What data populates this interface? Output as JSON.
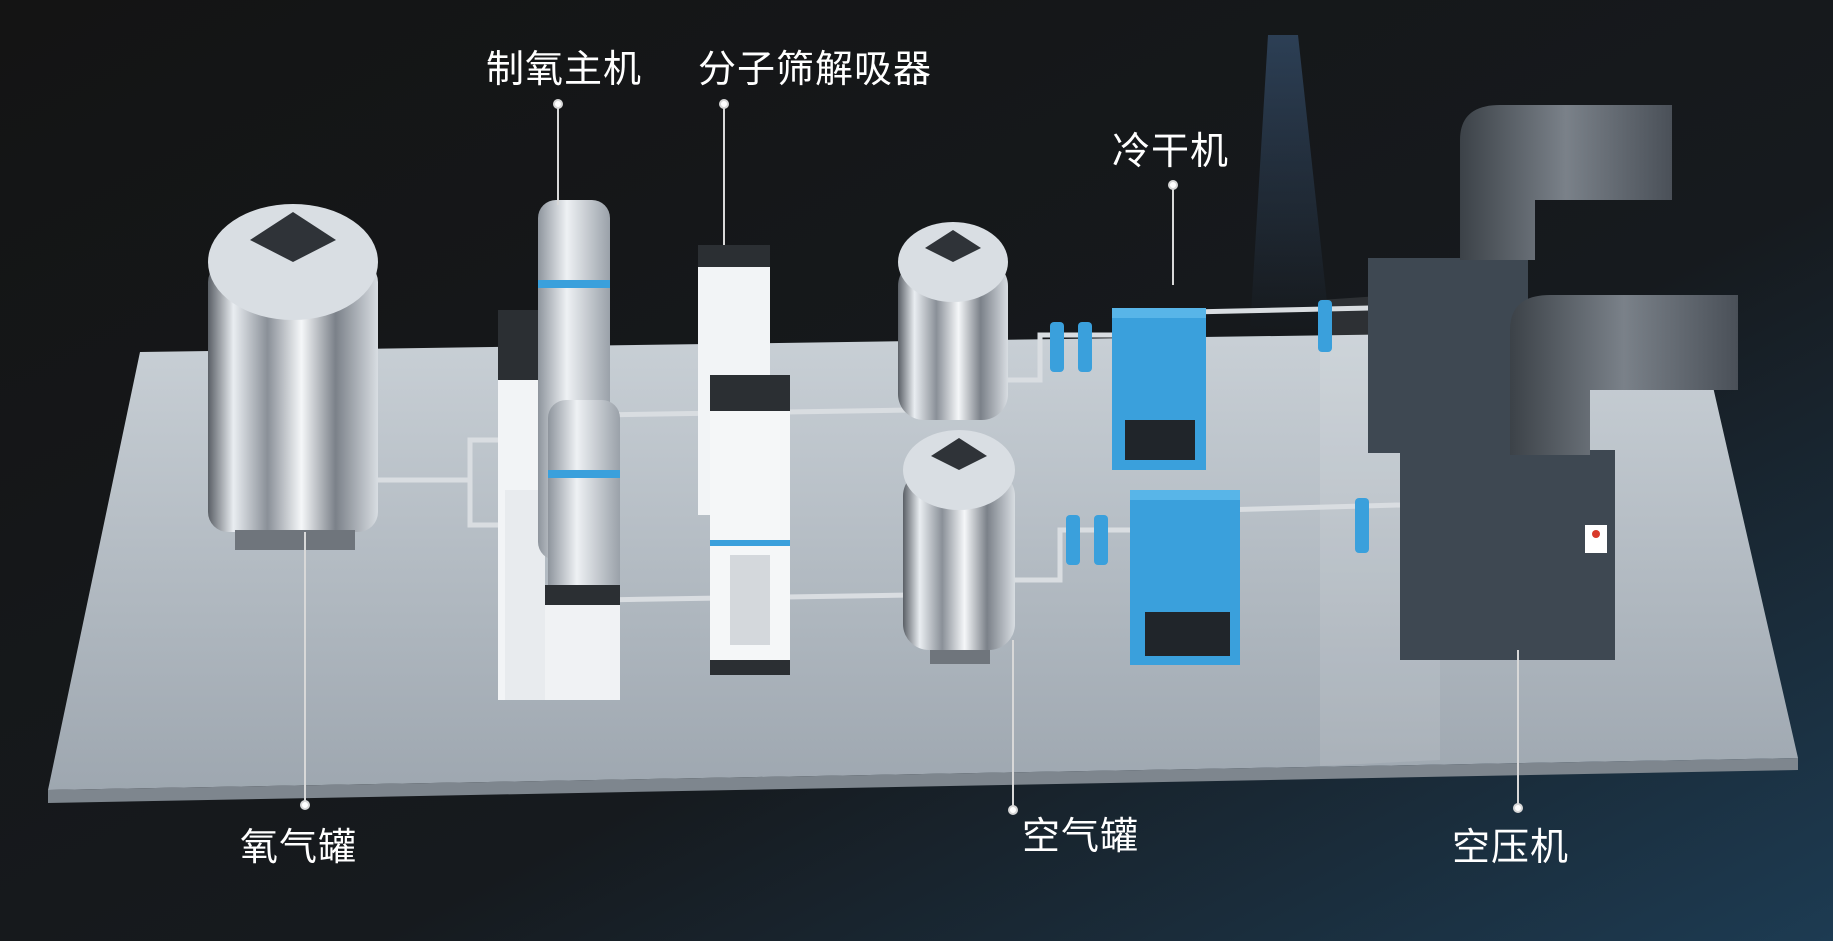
{
  "labels": {
    "oxygen_generator": "制氧主机",
    "molecular_sieve_dryer": "分子筛解吸器",
    "refrigerated_dryer": "冷干机",
    "oxygen_tank": "氧气罐",
    "air_tank": "空气罐",
    "air_compressor": "空压机"
  },
  "colors": {
    "background": "#151515",
    "platform": "#b8bfc6",
    "dryer_blue": "#3aa0dc",
    "compressor_gray": "#3e4852",
    "label_text": "#ffffff",
    "callout_line": "#d8d8d8"
  }
}
